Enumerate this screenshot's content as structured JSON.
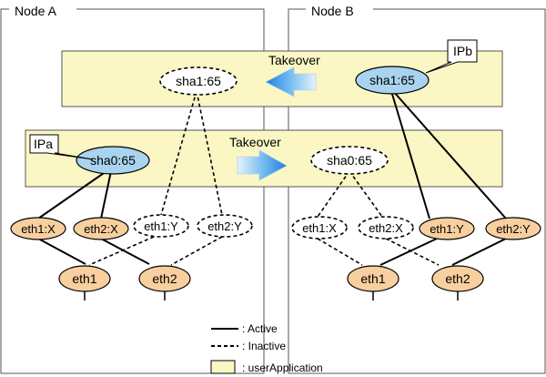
{
  "nodes": {
    "a": {
      "title": "Node A"
    },
    "b": {
      "title": "Node B"
    }
  },
  "takeover": {
    "top_label": "Takeover",
    "bottom_label": "Takeover"
  },
  "callouts": {
    "ipb": "IPb",
    "ipa": "IPa"
  },
  "interfaces": {
    "sha1_a": "sha1:65",
    "sha1_b": "sha1:65",
    "sha0_a": "sha0:65",
    "sha0_b": "sha0:65",
    "a_eth1x": "eth1:X",
    "a_eth2x": "eth2:X",
    "a_eth1y": "eth1:Y",
    "a_eth2y": "eth2:Y",
    "b_eth1x": "eth1:X",
    "b_eth2x": "eth2:X",
    "b_eth1y": "eth1:Y",
    "b_eth2y": "eth2:Y",
    "a_eth1": "eth1",
    "a_eth2": "eth2",
    "b_eth1": "eth1",
    "b_eth2": "eth2"
  },
  "legend": {
    "active": ": Active",
    "inactive": ": Inactive",
    "user_application": ": userApplication"
  },
  "colors": {
    "active_fill": "#a9d3ee",
    "physical_fill": "#f8cf9f",
    "user_app_fill": "#fbf7c4",
    "arrow_fill": "#2f8fe6"
  }
}
